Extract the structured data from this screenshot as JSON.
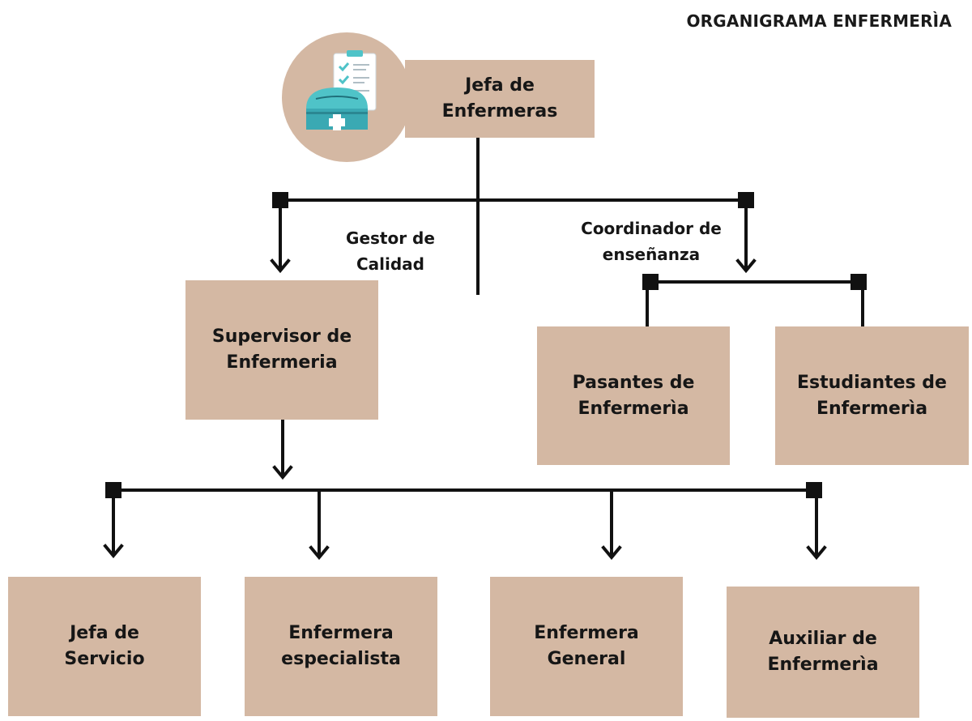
{
  "header": {
    "title": "ORGANIGRAMA ENFERMERÌA"
  },
  "nodes": {
    "jefa_enfermeras": "Jefa de\nEnfermeras",
    "supervisor": "Supervisor de\nEnfermeria",
    "pasantes": "Pasantes de\nEnfermerìa",
    "estudiantes": "Estudiantes de\nEnfermerìa",
    "jefa_servicio": "Jefa de\nServicio",
    "enf_especialista": "Enfermera\nespecialista",
    "enf_general": "Enfermera\nGeneral",
    "auxiliar": "Auxiliar de\nEnfermerìa"
  },
  "labels": {
    "gestor": "Gestor de\nCalidad",
    "coordinador": "Coordinador de\nenseñanza"
  },
  "icons": {
    "nurse": "nurse-cap-clipboard-icon"
  },
  "colors": {
    "box": "#d4b8a3",
    "line": "#111111",
    "icon_teal": "#4fc3c8"
  }
}
